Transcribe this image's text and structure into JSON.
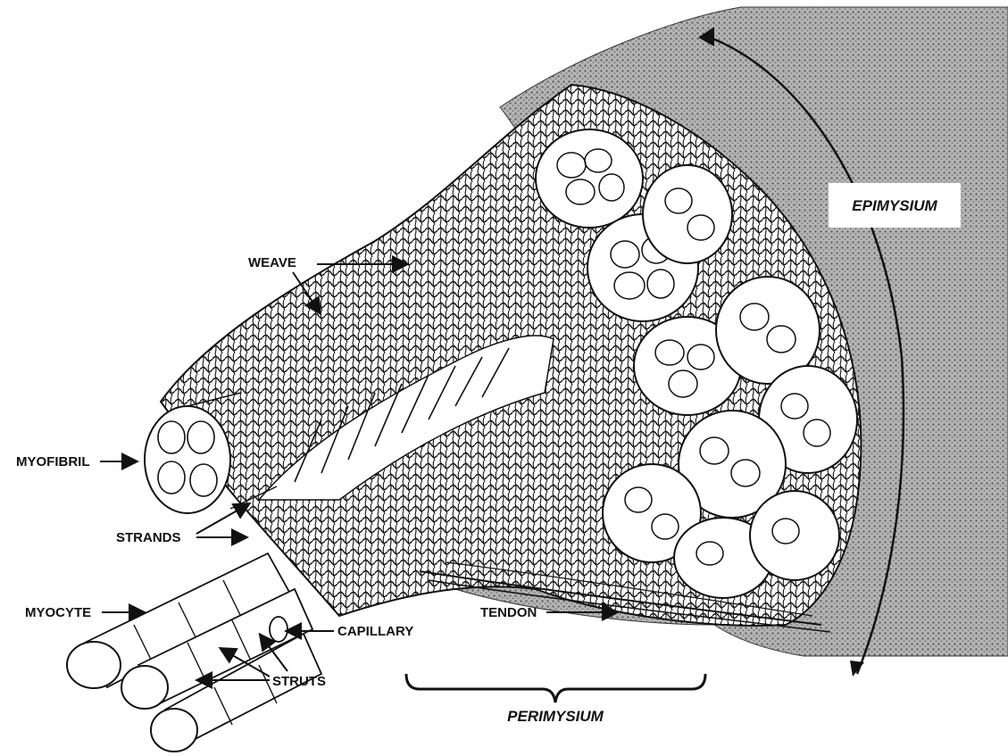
{
  "labels": {
    "epimysium": "EPIMYSIUM",
    "weave": "WEAVE",
    "myofibril": "MYOFIBRIL",
    "strands": "STRANDS",
    "myocyte": "MYOCYTE",
    "capillary": "CAPILLARY",
    "struts": "STRUTS",
    "tendon": "TENDON",
    "perimysium": "PERIMYSIUM"
  },
  "colors": {
    "ink": "#111111",
    "epimysium_shade": "#9a9a9a",
    "paper": "#ffffff"
  }
}
